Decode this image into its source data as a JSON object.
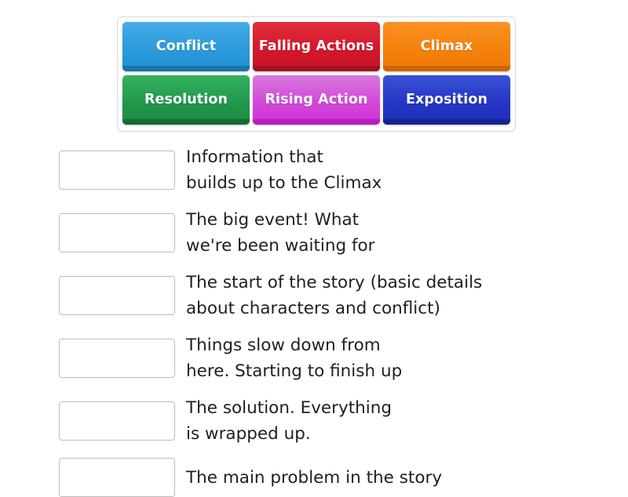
{
  "tile_bank": {
    "rows": [
      [
        {
          "label": "Conflict",
          "color": "#2c9ada",
          "color_name": "blue"
        },
        {
          "label": "Falling\nActions",
          "color": "#d5172a",
          "color_name": "red"
        },
        {
          "label": "Climax",
          "color": "#f5810c",
          "color_name": "orange"
        }
      ],
      [
        {
          "label": "Resolution",
          "color": "#22974b",
          "color_name": "green"
        },
        {
          "label": "Rising Action",
          "color": "#d249d9",
          "color_name": "magenta"
        },
        {
          "label": "Exposition",
          "color": "#2436c4",
          "color_name": "darkblue"
        }
      ]
    ]
  },
  "answer_list": {
    "items": [
      {
        "blank_value": "",
        "prompt": "Information that\nbuilds up to the Climax"
      },
      {
        "blank_value": "",
        "prompt": "The big event! What\nwe're been waiting for"
      },
      {
        "blank_value": "",
        "prompt": "The start of the story (basic details\nabout characters and conflict)"
      },
      {
        "blank_value": "",
        "prompt": "Things slow down from\nhere. Starting to finish up"
      },
      {
        "blank_value": "",
        "prompt": "The solution. Everything\nis wrapped up."
      },
      {
        "blank_value": "",
        "prompt": "The main problem in the story"
      }
    ]
  }
}
